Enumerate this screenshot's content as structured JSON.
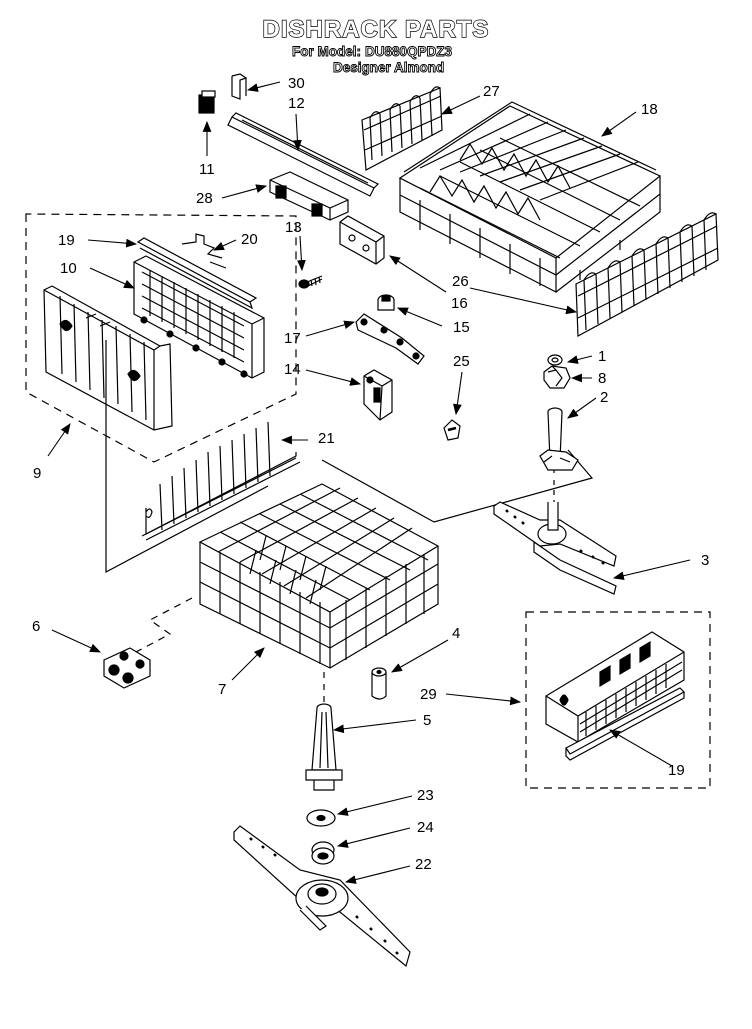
{
  "title": "DISHRACK PARTS",
  "model_prefix": "For Model:",
  "model_number": "DU880QPDZ3",
  "color_name": "Designer Almond",
  "callouts": [
    "30",
    "12",
    "11",
    "27",
    "18",
    "28",
    "13",
    "16",
    "19",
    "20",
    "10",
    "15",
    "17",
    "14",
    "25",
    "26",
    "1",
    "8",
    "2",
    "9",
    "21",
    "3",
    "6",
    "4",
    "7",
    "29",
    "5",
    "19",
    "23",
    "24",
    "22"
  ]
}
